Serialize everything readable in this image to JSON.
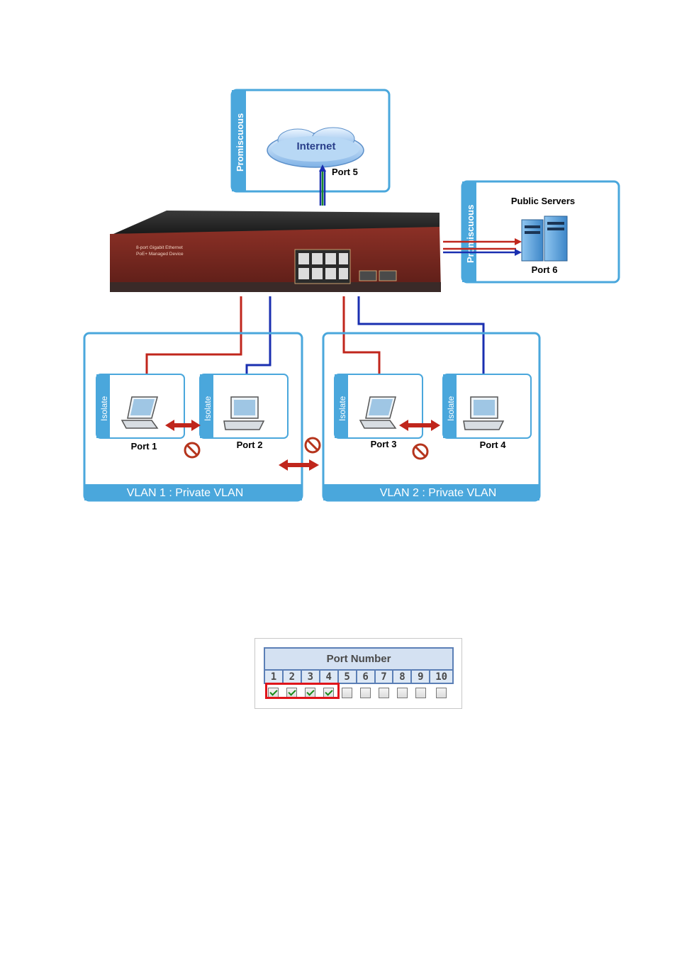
{
  "diagram": {
    "promiscuous_top_label": "Promiscuous",
    "internet_label": "Internet",
    "port5_label": "Port 5",
    "public_servers_label": "Public Servers",
    "promiscuous_right_label": "Promiscuous",
    "port6_label": "Port 6",
    "switch_text_line1": "8-port Gigabit Ethernet",
    "switch_text_line2": "PoE+ Managed Device",
    "isolate_label": "Isolate",
    "port1_label": "Port 1",
    "port2_label": "Port 2",
    "port3_label": "Port 3",
    "port4_label": "Port 4",
    "vlan1_label": "VLAN 1 : Private VLAN",
    "vlan2_label": "VLAN 2 : Private VLAN"
  },
  "port_widget": {
    "title": "Port Number",
    "ports": [
      {
        "num": "1",
        "checked": true
      },
      {
        "num": "2",
        "checked": true
      },
      {
        "num": "3",
        "checked": true
      },
      {
        "num": "4",
        "checked": true
      },
      {
        "num": "5",
        "checked": false
      },
      {
        "num": "6",
        "checked": false
      },
      {
        "num": "7",
        "checked": false
      },
      {
        "num": "8",
        "checked": false
      },
      {
        "num": "9",
        "checked": false
      },
      {
        "num": "10",
        "checked": false
      }
    ]
  },
  "colors": {
    "frame_blue": "#3aa0d0",
    "label_bar": "#4aa7dc",
    "red_line": "#c0261c",
    "blue_line": "#1a2fb0",
    "switch_body": "#7a2a22"
  }
}
